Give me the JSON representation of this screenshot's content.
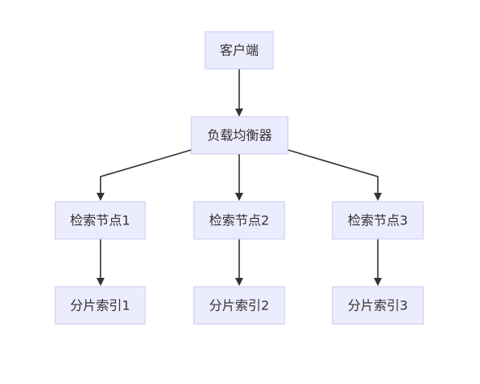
{
  "nodes": {
    "client": "客户端",
    "load_balancer": "负载均衡器",
    "search_node_1": "检索节点1",
    "search_node_2": "检索节点2",
    "search_node_3": "检索节点3",
    "shard_index_1": "分片索引1",
    "shard_index_2": "分片索引2",
    "shard_index_3": "分片索引3"
  },
  "edges": [
    {
      "from": "客户端",
      "to": "负载均衡器"
    },
    {
      "from": "负载均衡器",
      "to": "检索节点1"
    },
    {
      "from": "负载均衡器",
      "to": "检索节点2"
    },
    {
      "from": "负载均衡器",
      "to": "检索节点3"
    },
    {
      "from": "检索节点1",
      "to": "分片索引1"
    },
    {
      "from": "检索节点2",
      "to": "分片索引2"
    },
    {
      "from": "检索节点3",
      "to": "分片索引3"
    }
  ],
  "colors": {
    "node_fill": "#ececff",
    "node_border": "#c8c8f0",
    "edge": "#333333",
    "text": "#333333"
  }
}
